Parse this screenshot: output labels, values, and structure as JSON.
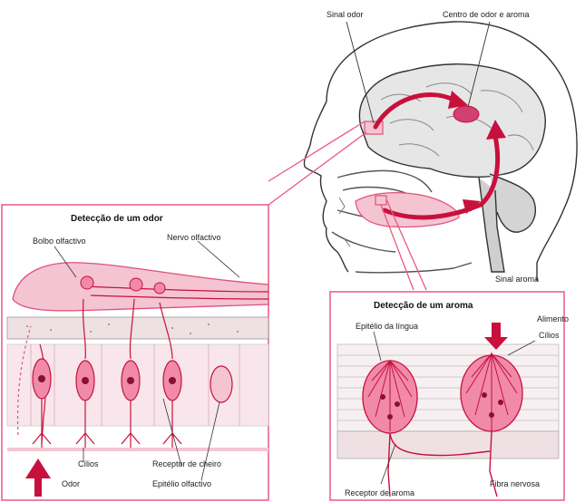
{
  "labels": {
    "sinal_odor": "Sinal odor",
    "centro": "Centro de odor e aroma",
    "sinal_aroma": "Sinal aroma",
    "deteccao_odor": "Detecção de um odor",
    "bolbo": "Bolbo olfactivo",
    "nervo": "Nervo olfactivo",
    "cilios_left": "Cílios",
    "receptor_cheiro": "Receptor de cheiro",
    "odor": "Odor",
    "epitelio_olfactivo": "Epitélio olfactivo",
    "deteccao_aroma": "Detecção de um aroma",
    "epitelio_lingua": "Epitélio da língua",
    "alimento": "Alimento",
    "cilios_right": "Cílios",
    "receptor_aroma": "Receptor de aroma",
    "fibra": "Fibra nervosa"
  },
  "colors": {
    "pink": "#e0507a",
    "light_pink": "#f4c4d2",
    "cell_pink": "#f08aa8",
    "dark_red": "#c8103c",
    "frame": "#e85a80",
    "tissue": "#efe0e4"
  }
}
